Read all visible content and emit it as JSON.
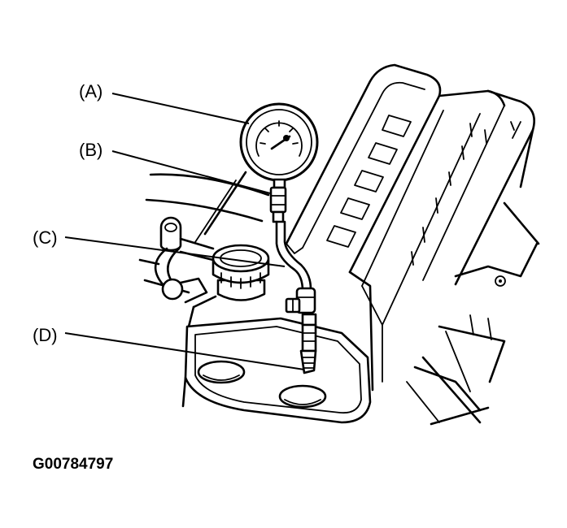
{
  "diagram": {
    "labels": {
      "a": "(A)",
      "b": "(B)",
      "c": "(C)",
      "d": "(D)"
    },
    "figure_code": "G00784797"
  },
  "colors": {
    "line": "#000000",
    "background": "#ffffff"
  }
}
